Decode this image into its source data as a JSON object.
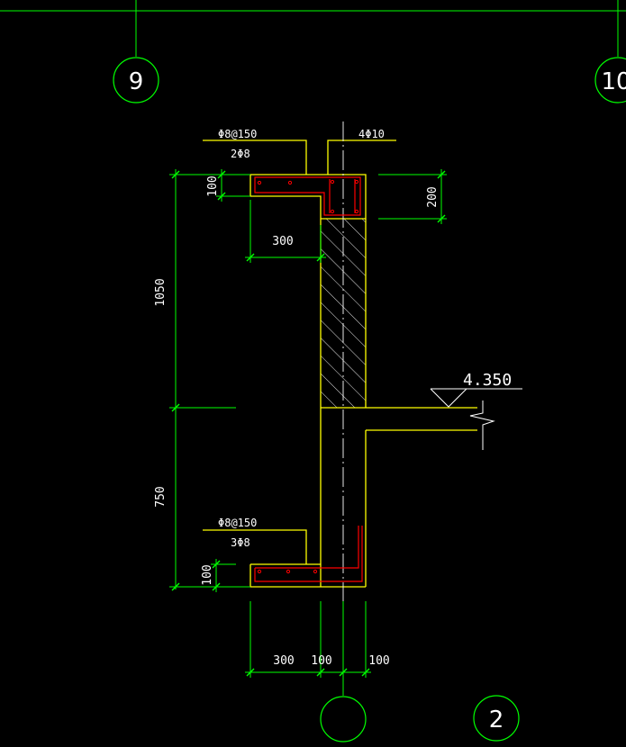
{
  "colors": {
    "background": "#000000",
    "axis_line": "#00ff00",
    "outline": "#ffff00",
    "rebar": "#ff0000",
    "dimension": "#00ff00",
    "hatch": "#ffffff",
    "text": "#ffffff"
  },
  "axes": {
    "left": "9",
    "right": "10",
    "bottom_center": "",
    "bottom_right": "2"
  },
  "top_rebar": {
    "stirrup": "Φ8@150",
    "bottom_bars": "2Φ8",
    "main_bars": "4Φ10"
  },
  "bottom_rebar": {
    "stirrup": "Φ8@150",
    "bars": "3Φ8"
  },
  "dimensions": {
    "top_slab_thickness": "100",
    "top_beam_depth": "200",
    "top_overhang": "300",
    "upper_height": "1050",
    "lower_height": "750",
    "bottom_slab_thickness": "100",
    "bottom_overhang": "300",
    "wall_thickness": "100",
    "wall_offset": "100"
  },
  "elevation": "4.350"
}
